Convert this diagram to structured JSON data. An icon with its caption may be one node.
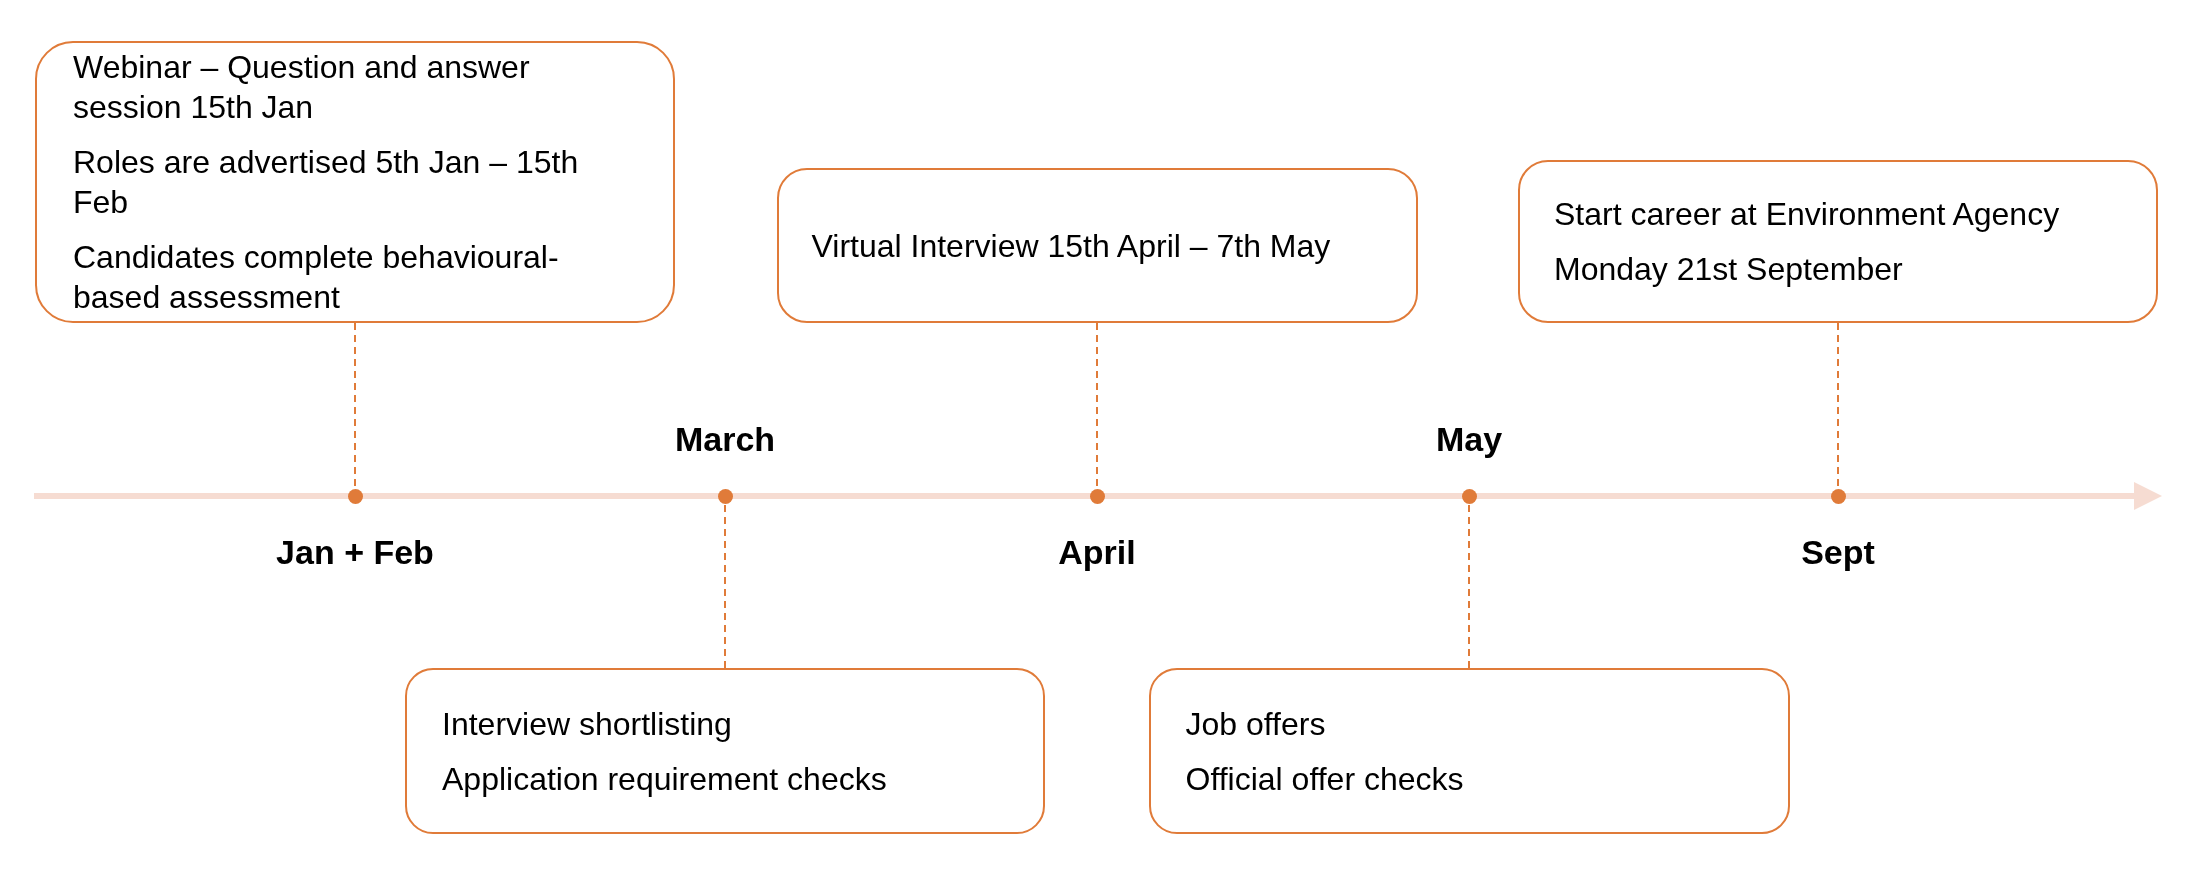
{
  "diagram": {
    "nodes": [
      {
        "text": [
          "Webinar – Question and answer session 15th Jan",
          "Roles are advertised 5th Jan – 15th Feb",
          "Candidates complete behavioural-based assessment"
        ]
      },
      {
        "text": [
          "Virtual Interview 15th April – 7th May"
        ]
      },
      {
        "text": [
          "Start career at Environment Agency",
          "Monday 21st September"
        ]
      },
      {
        "text": [],
        "shape": "circle",
        "beside": [
          "Jan + Feb"
        ]
      },
      {
        "text": [],
        "shape": "circle",
        "beside": [
          "March"
        ]
      },
      {
        "text": [],
        "shape": "circle",
        "beside": [
          "April"
        ]
      },
      {
        "text": [],
        "shape": "circle",
        "beside": [
          "May"
        ]
      },
      {
        "text": [],
        "shape": "circle",
        "beside": [
          "Sept"
        ]
      },
      {
        "text": [
          "Interview shortlisting",
          "Application requirement checks"
        ]
      },
      {
        "text": [
          "Job offers",
          "Official offer checks"
        ]
      }
    ],
    "edges": [
      {
        "from": 0,
        "to": 3,
        "arrow": "none",
        "style": "dashed"
      },
      {
        "from": 8,
        "to": 4,
        "arrow": "none",
        "style": "dashed"
      },
      {
        "from": 1,
        "to": 5,
        "arrow": "none",
        "style": "dashed"
      },
      {
        "from": 9,
        "to": 6,
        "arrow": "none",
        "style": "dashed"
      },
      {
        "from": 2,
        "to": 7,
        "arrow": "none",
        "style": "dashed"
      }
    ]
  }
}
